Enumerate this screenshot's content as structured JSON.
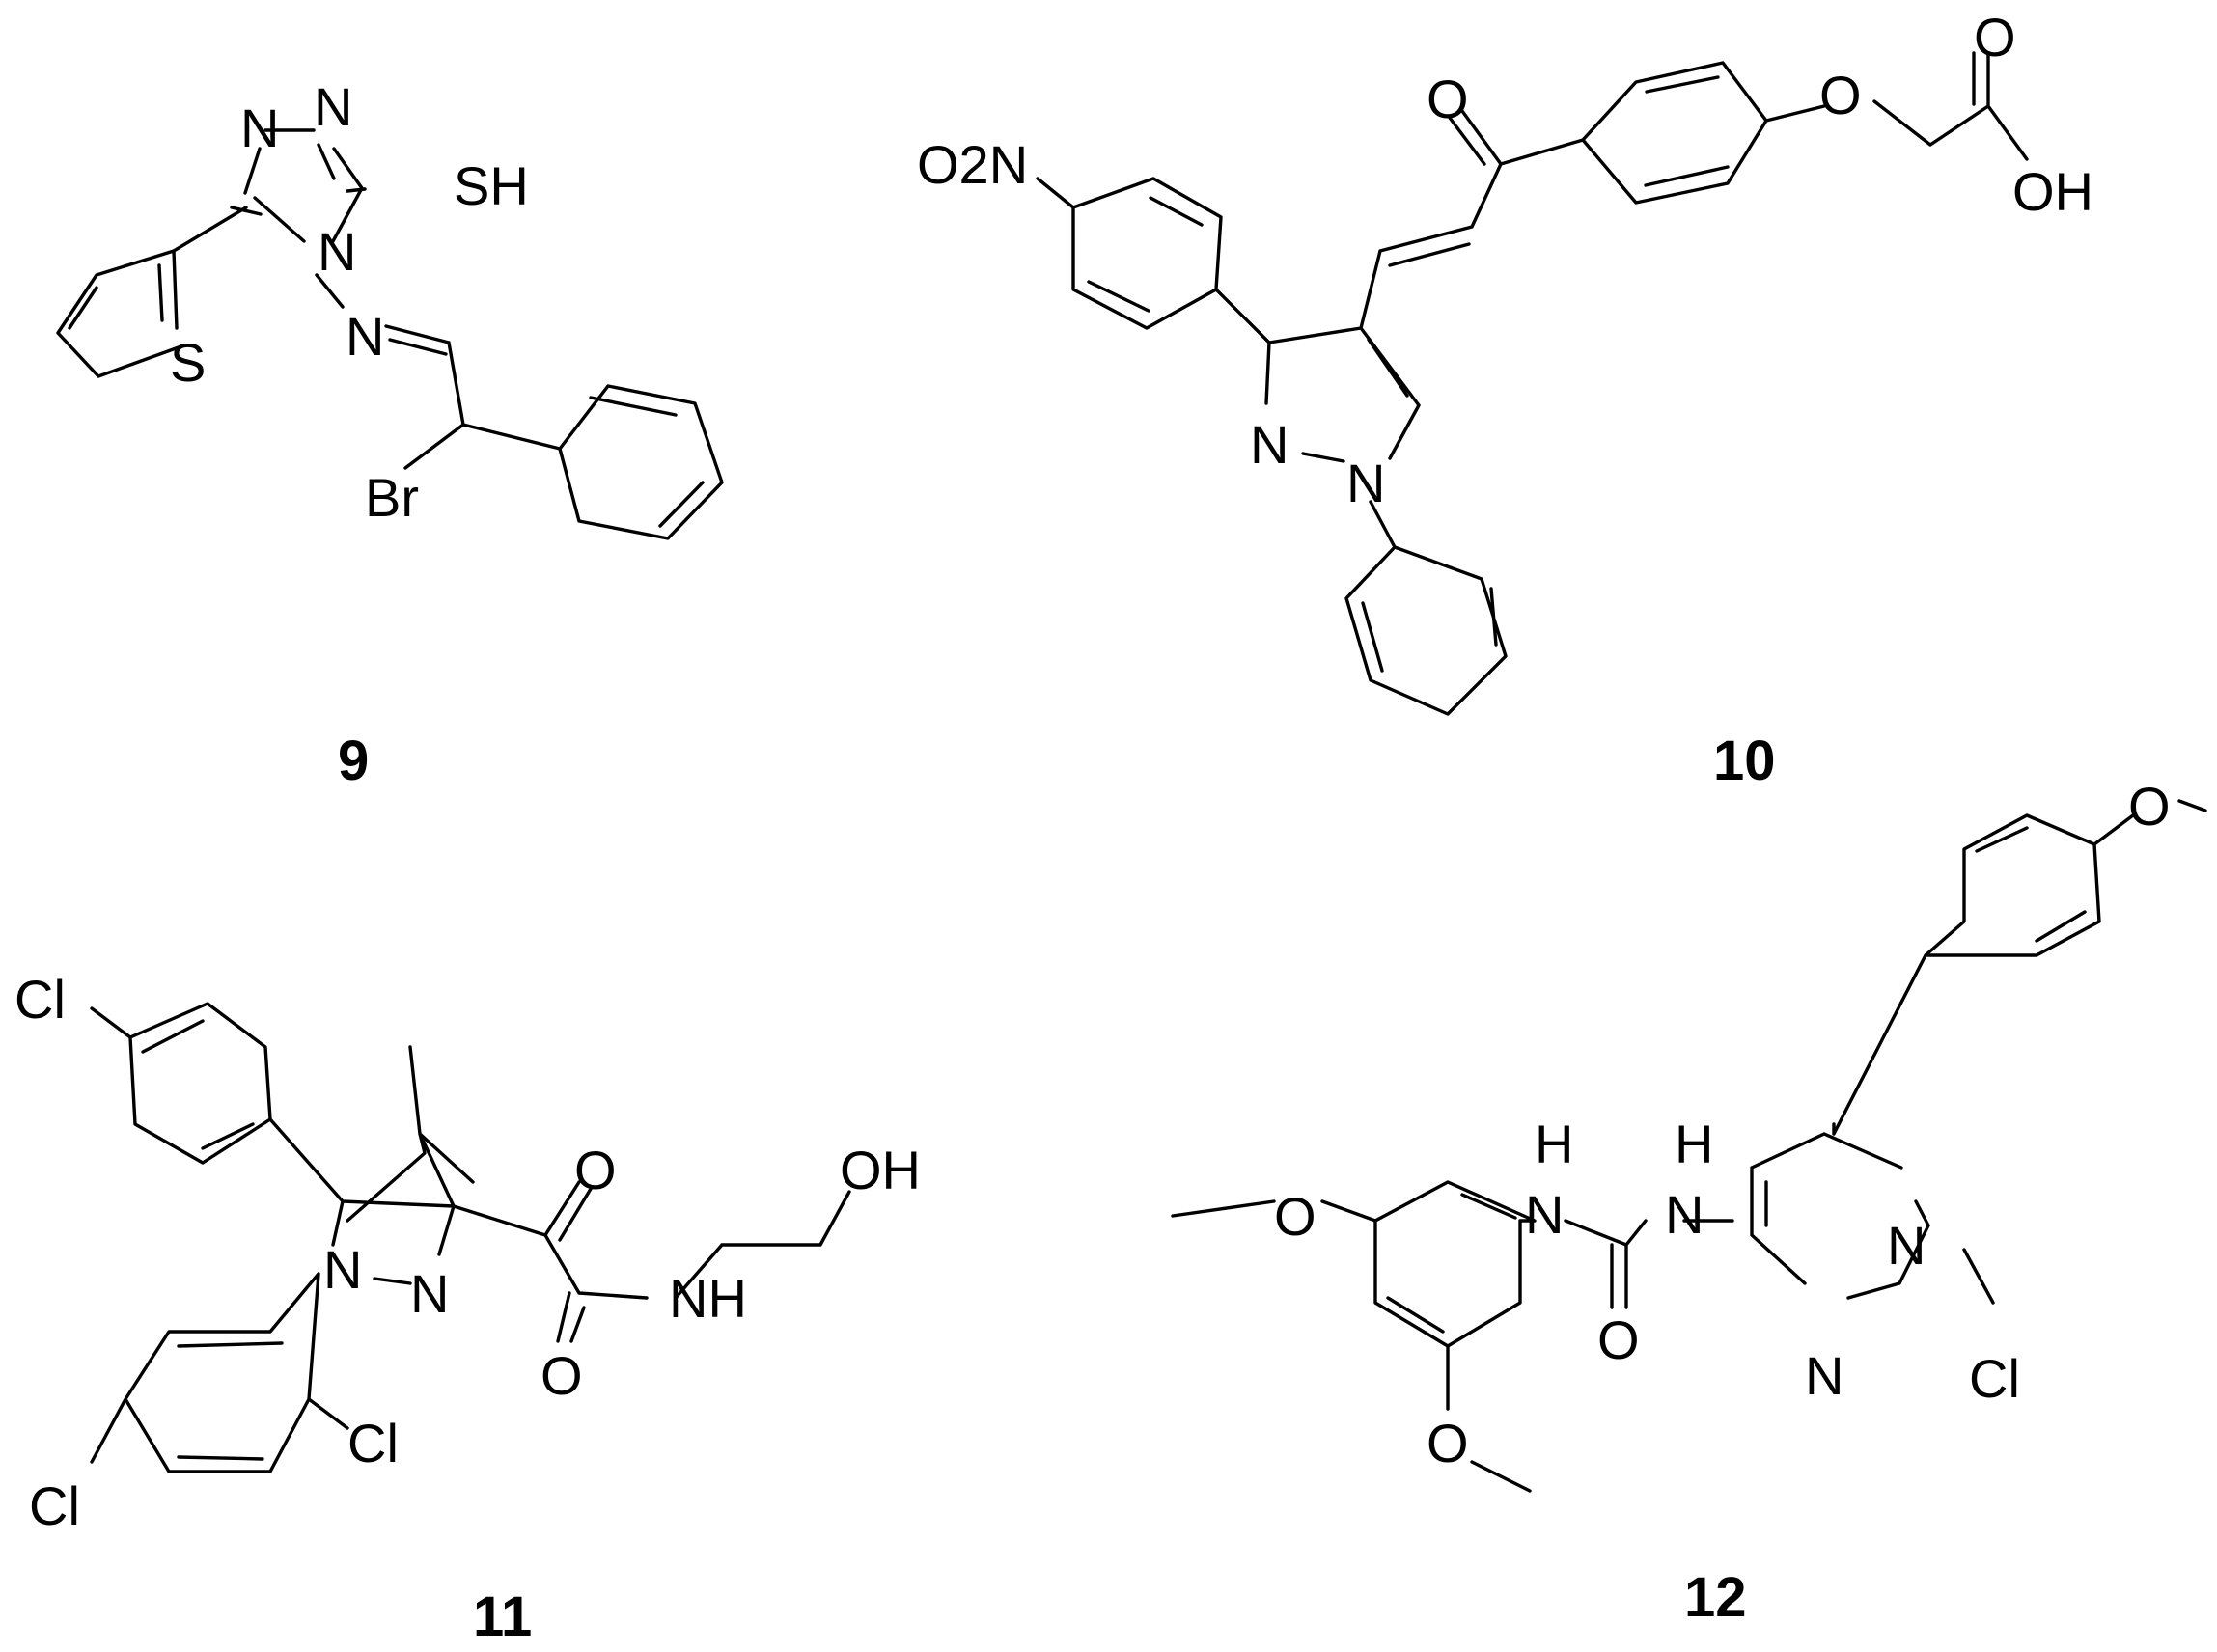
{
  "figure": {
    "background": "#ffffff",
    "ink": "#000000"
  },
  "compounds": [
    {
      "id": "c9",
      "label": "9",
      "atoms": {
        "n1": "N",
        "n2": "N",
        "sh": "SH",
        "n4": "N",
        "n5": "N",
        "s": "S",
        "br": "Br"
      }
    },
    {
      "id": "c10",
      "label": "10",
      "atoms": {
        "nitro": "O2N",
        "o_keto": "O",
        "o_ether": "O",
        "o_acid": "O",
        "oh": "OH",
        "n_py1": "N",
        "n_py2": "N"
      }
    },
    {
      "id": "c11",
      "label": "11",
      "atoms": {
        "cl_top": "Cl",
        "o1": "O",
        "oh": "OH",
        "n1": "N",
        "n2": "N",
        "o2": "O",
        "nh": "NH",
        "cl_ortho": "Cl",
        "cl_para": "Cl"
      }
    },
    {
      "id": "c12",
      "label": "12",
      "atoms": {
        "o_top": "O",
        "h1": "H",
        "h2": "H",
        "o_left": "O",
        "nh1": "N",
        "nh2": "N",
        "n_pym1": "N",
        "o_urea": "O",
        "n_pym2": "N",
        "cl": "Cl",
        "o_bottom": "O"
      }
    }
  ]
}
